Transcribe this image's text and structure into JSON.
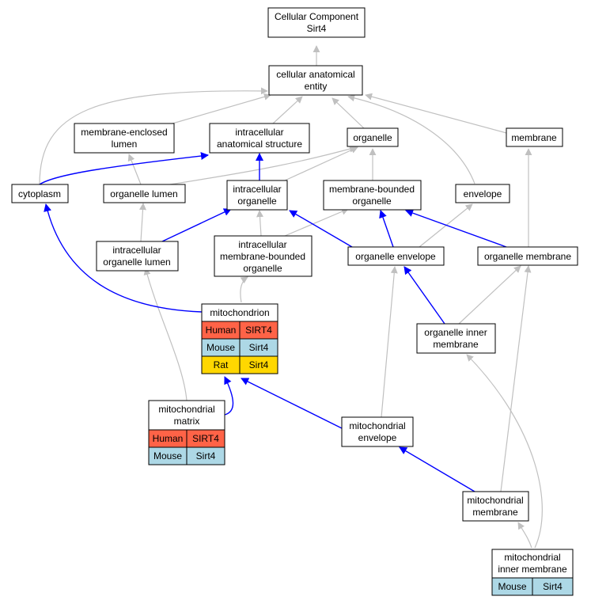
{
  "colors": {
    "is_a_edge": "#c0c0c0",
    "part_of_edge": "#0000ff",
    "human": "#ff6347",
    "mouse": "#add8e6",
    "rat": "#ffd700"
  },
  "nodes": {
    "root": {
      "line1": "Cellular Component",
      "line2": "Sirt4"
    },
    "cae": {
      "line1": "cellular anatomical",
      "line2": "entity"
    },
    "mel": {
      "line1": "membrane-enclosed",
      "line2": "lumen"
    },
    "ias": {
      "line1": "intracellular",
      "line2": "anatomical structure"
    },
    "organelle": {
      "line1": "organelle"
    },
    "membrane": {
      "line1": "membrane"
    },
    "cytoplasm": {
      "line1": "cytoplasm"
    },
    "olumen": {
      "line1": "organelle lumen"
    },
    "iorg": {
      "line1": "intracellular",
      "line2": "organelle"
    },
    "mbo": {
      "line1": "membrane-bounded",
      "line2": "organelle"
    },
    "envelope": {
      "line1": "envelope"
    },
    "iol": {
      "line1": "intracellular",
      "line2": "organelle lumen"
    },
    "imbo": {
      "line1": "intracellular",
      "line2": "membrane-bounded",
      "line3": "organelle"
    },
    "oenv": {
      "line1": "organelle envelope"
    },
    "omem": {
      "line1": "organelle membrane"
    },
    "mito": {
      "line1": "mitochondrion"
    },
    "oim": {
      "line1": "organelle inner",
      "line2": "membrane"
    },
    "mmatrix": {
      "line1": "mitochondrial",
      "line2": "matrix"
    },
    "menv": {
      "line1": "mitochondrial",
      "line2": "envelope"
    },
    "mmem": {
      "line1": "mitochondrial",
      "line2": "membrane"
    },
    "mim": {
      "line1": "mitochondrial",
      "line2": "inner membrane"
    }
  },
  "annotations": {
    "mito": [
      {
        "species": "Human",
        "gene": "SIRT4",
        "color": "#ff6347"
      },
      {
        "species": "Mouse",
        "gene": "Sirt4",
        "color": "#add8e6"
      },
      {
        "species": "Rat",
        "gene": "Sirt4",
        "color": "#ffd700"
      }
    ],
    "mmatrix": [
      {
        "species": "Human",
        "gene": "SIRT4",
        "color": "#ff6347"
      },
      {
        "species": "Mouse",
        "gene": "Sirt4",
        "color": "#add8e6"
      }
    ],
    "mim": [
      {
        "species": "Mouse",
        "gene": "Sirt4",
        "color": "#add8e6"
      }
    ]
  }
}
